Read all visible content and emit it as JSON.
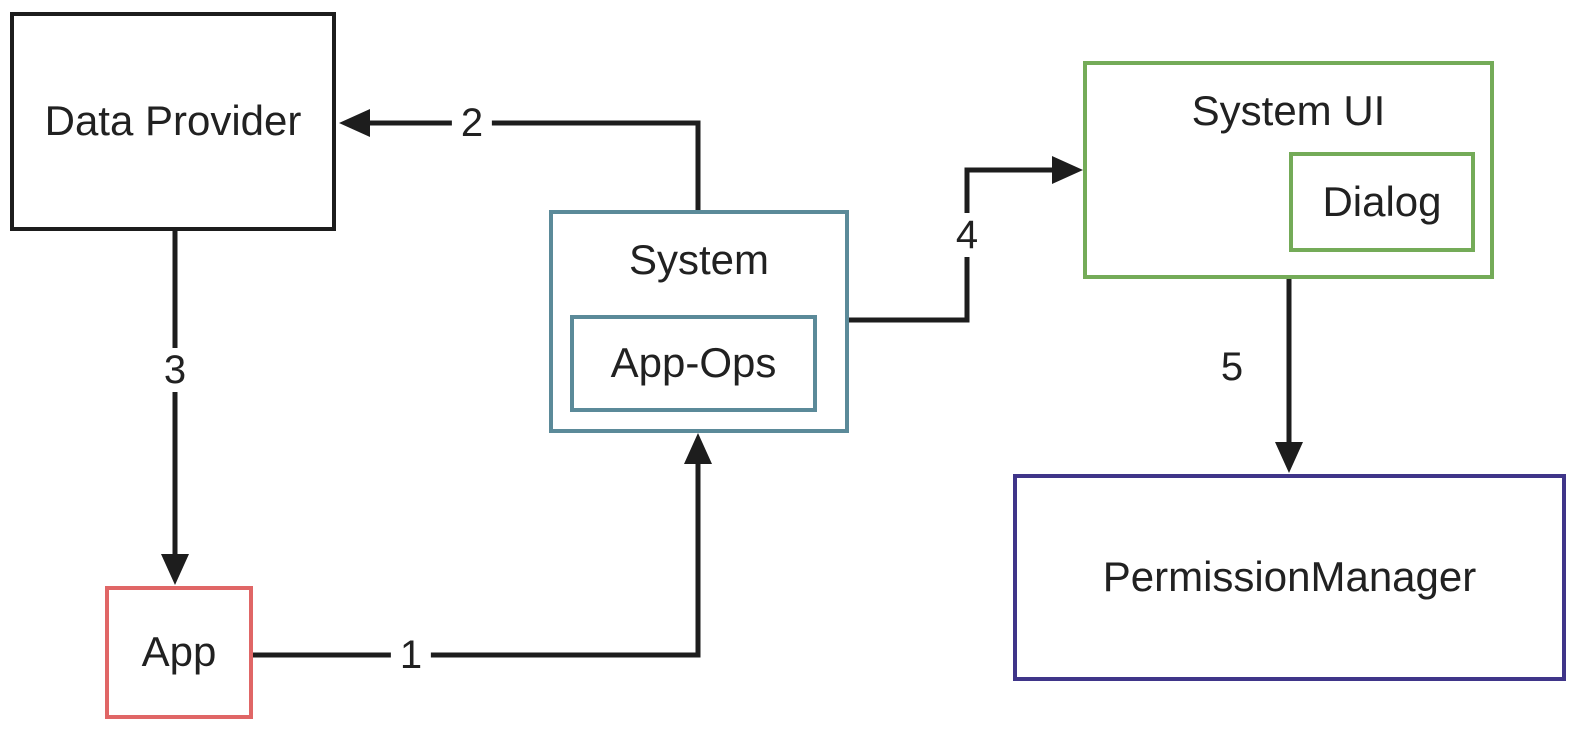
{
  "colors": {
    "background": "#ffffff",
    "arrow": "#1d1d1d",
    "text": "#212121"
  },
  "diagram": {
    "nodes": {
      "data_provider": {
        "label": "Data Provider",
        "border_color": "#1d1d1d"
      },
      "app": {
        "label": "App",
        "border_color": "#e06666"
      },
      "system": {
        "label": "System",
        "border_color": "#5b8a99"
      },
      "app_ops": {
        "label": "App-Ops",
        "border_color": "#5b8a99"
      },
      "system_ui": {
        "label": "System UI",
        "border_color": "#74ab58"
      },
      "dialog": {
        "label": "Dialog",
        "border_color": "#74ab58"
      },
      "permission_manager": {
        "label": "PermissionManager",
        "border_color": "#3f3589"
      }
    },
    "edges": [
      {
        "label": "1",
        "from": "app",
        "to": "system"
      },
      {
        "label": "2",
        "from": "system",
        "to": "data_provider"
      },
      {
        "label": "3",
        "from": "data_provider",
        "to": "app"
      },
      {
        "label": "4",
        "from": "system",
        "to": "system_ui"
      },
      {
        "label": "5",
        "from": "system_ui",
        "to": "permission_manager"
      }
    ]
  }
}
